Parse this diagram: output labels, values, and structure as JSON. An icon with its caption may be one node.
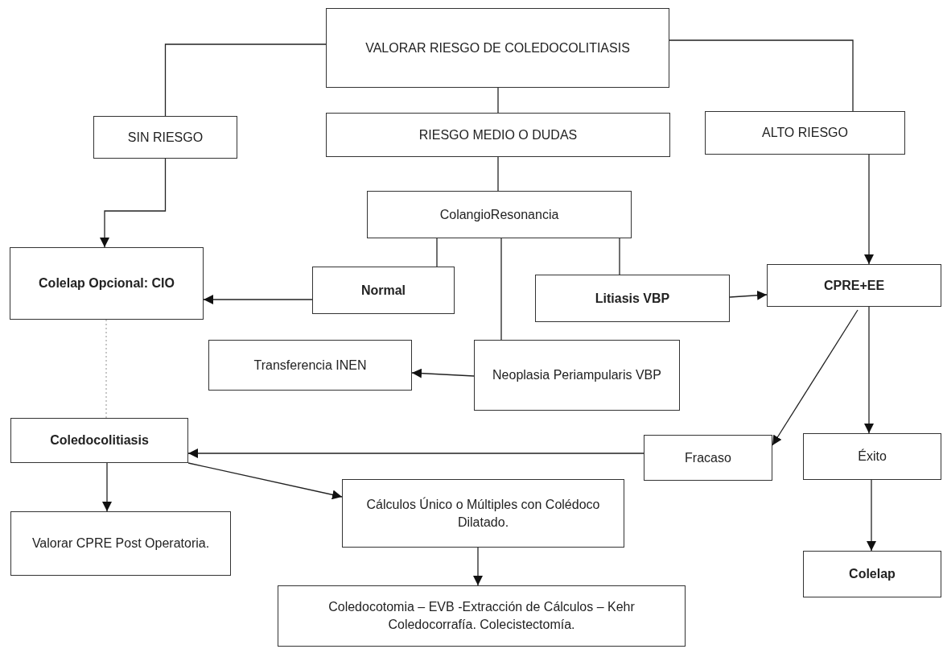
{
  "diagram": {
    "nodes": [
      {
        "text": [
          "VALORAR RIESGO DE COLEDOCOLITIASIS"
        ]
      },
      {
        "text": [
          "SIN RIESGO"
        ]
      },
      {
        "text": [
          "RIESGO MEDIO O DUDAS"
        ]
      },
      {
        "text": [
          "ALTO RIESGO"
        ]
      },
      {
        "text": [
          "ColangioResonancia"
        ]
      },
      {
        "text": [
          "Colelap Opcional: CIO"
        ]
      },
      {
        "text": [
          "Normal"
        ]
      },
      {
        "text": [
          "Litiasis VBP"
        ]
      },
      {
        "text": [
          "CPRE+EE"
        ]
      },
      {
        "text": [
          "Transferencia INEN"
        ]
      },
      {
        "text": [
          "Neoplasia Periampularis VBP"
        ]
      },
      {
        "text": [
          "Coledocolitiasis"
        ]
      },
      {
        "text": [
          "Fracaso"
        ]
      },
      {
        "text": [
          "Éxito"
        ]
      },
      {
        "text": [
          "Cálculos Único o Múltiples con Colédoco Dilatado."
        ]
      },
      {
        "text": [
          "Valorar CPRE Post Operatoria."
        ]
      },
      {
        "text": [
          "Coledocotomia – EVB -Extracción de Cálculos – Kehr Coledocorrafía. Colecistectomía."
        ]
      },
      {
        "text": [
          "Colelap"
        ]
      }
    ],
    "edges": [
      {
        "from": 0,
        "to": 1,
        "arrow": "none"
      },
      {
        "from": 0,
        "to": 2,
        "arrow": "none"
      },
      {
        "from": 0,
        "to": 3,
        "arrow": "none"
      },
      {
        "from": 1,
        "to": 5,
        "arrow": "to"
      },
      {
        "from": 2,
        "to": 4,
        "arrow": "none"
      },
      {
        "from": 4,
        "to": 6,
        "arrow": "none"
      },
      {
        "from": 4,
        "to": 10,
        "arrow": "none"
      },
      {
        "from": 4,
        "to": 7,
        "arrow": "none"
      },
      {
        "from": 6,
        "to": 5,
        "arrow": "to"
      },
      {
        "from": 7,
        "to": 8,
        "arrow": "to"
      },
      {
        "from": 3,
        "to": 8,
        "arrow": "to"
      },
      {
        "from": 10,
        "to": 9,
        "arrow": "to"
      },
      {
        "from": 8,
        "to": 12,
        "arrow": "to"
      },
      {
        "from": 8,
        "to": 13,
        "arrow": "to"
      },
      {
        "from": 12,
        "to": 11,
        "arrow": "to"
      },
      {
        "from": 5,
        "to": 11,
        "arrow": "none",
        "style": "dashed",
        "color": "#aaaaaa"
      },
      {
        "from": 11,
        "to": 15,
        "arrow": "to"
      },
      {
        "from": 11,
        "to": 14,
        "arrow": "to"
      },
      {
        "from": 14,
        "to": 16,
        "arrow": "to"
      },
      {
        "from": 13,
        "to": 17,
        "arrow": "to"
      }
    ]
  }
}
